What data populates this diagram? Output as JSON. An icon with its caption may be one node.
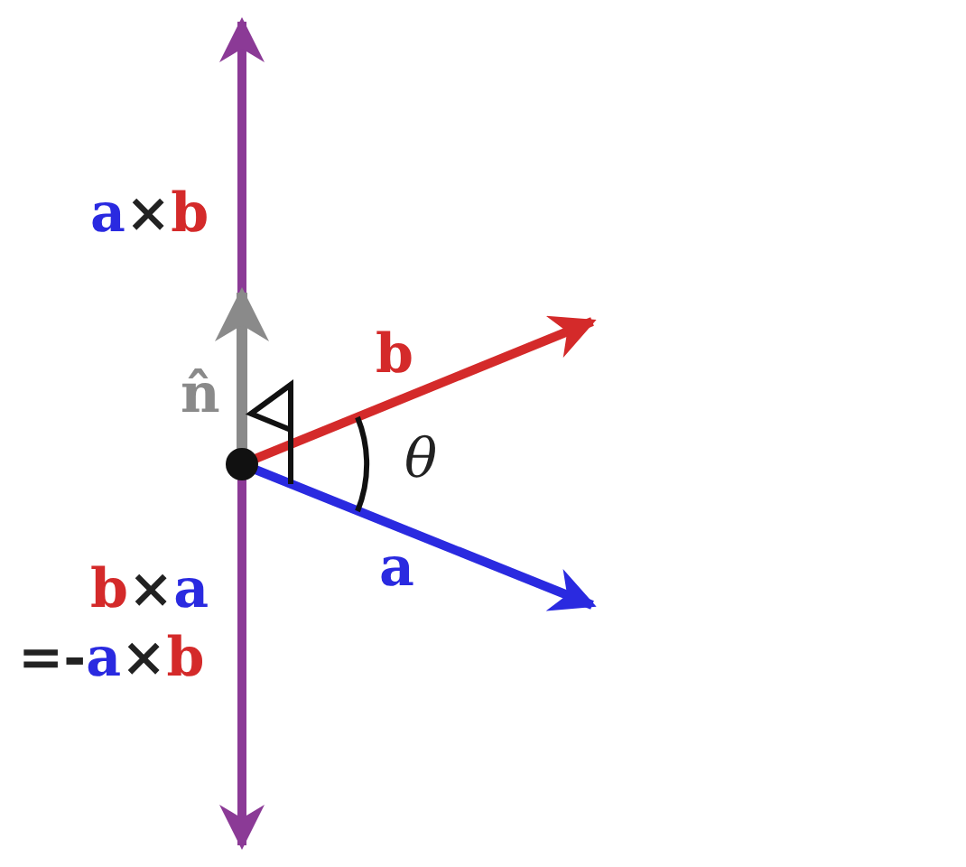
{
  "diagram": {
    "nodes": [
      {
        "text": [],
        "shape": "circle"
      }
    ],
    "labels": [
      "a×b",
      "n̂",
      "b",
      "θ",
      "a",
      "b×a",
      "=-a×b"
    ]
  }
}
